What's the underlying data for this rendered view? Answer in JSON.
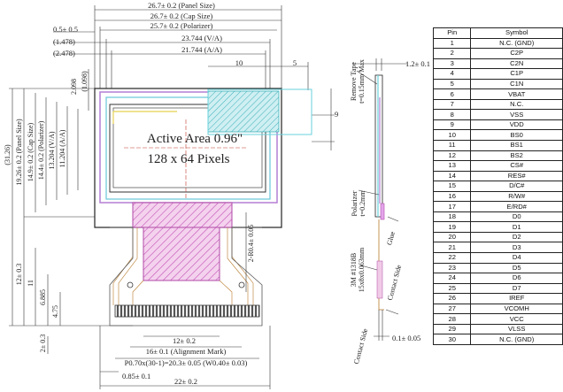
{
  "front_view": {
    "dims_top": [
      "26.7± 0.2 (Panel Size)",
      "26.7± 0.2 (Cap Size)",
      "25.7± 0.2 (Polarizer)",
      "23.744 (V/A)",
      "21.744 (A/A)"
    ],
    "dims_top_left": [
      "0.5± 0.5",
      "(1.478)",
      "(2.478)"
    ],
    "dims_left": [
      "19.26± 0.2 (Panel Size)",
      "14.9± 0.2 (Cap Size)",
      "14.4± 0.2 (Polarizer)",
      "13.204 (V/A)",
      "11.204 (A/A)",
      "(31.26)",
      "12± 0.3",
      "11",
      "6.885",
      "4.75",
      "2± 0.3",
      "2.098",
      "(1.098)"
    ],
    "dims_right": [
      "10",
      "5",
      "9"
    ],
    "active_area_line1": "Active Area 0.96\"",
    "active_area_line2": "128 x 64 Pixels",
    "dims_bottom": [
      "12± 0.2",
      "16± 0.1 (Alignment Mark)",
      "P0.70x(30-1)=20.3± 0.05 (W0.40± 0.03)",
      "0.85± 0.1",
      "22± 0.2"
    ],
    "dim_pin_pitch": "2-R0.4± 0.05"
  },
  "side_view": {
    "labels": [
      "Remove Tape",
      "t=0.15mm Max",
      "Polarizer",
      "t=0.2mm",
      "Glue",
      "3M #1318B",
      "15x8x0.063mm",
      "Contact Side",
      "Contact Side"
    ],
    "dims": [
      "1.2± 0.1",
      "0.1± 0.05"
    ]
  },
  "pin_table": {
    "headers": [
      "Pin",
      "Symbol"
    ],
    "rows": [
      [
        "1",
        "N.C. (GND)"
      ],
      [
        "2",
        "C2P"
      ],
      [
        "3",
        "C2N"
      ],
      [
        "4",
        "C1P"
      ],
      [
        "5",
        "C1N"
      ],
      [
        "6",
        "VBAT"
      ],
      [
        "7",
        "N.C."
      ],
      [
        "8",
        "VSS"
      ],
      [
        "9",
        "VDD"
      ],
      [
        "10",
        "BS0"
      ],
      [
        "11",
        "BS1"
      ],
      [
        "12",
        "BS2"
      ],
      [
        "13",
        "CS#"
      ],
      [
        "14",
        "RES#"
      ],
      [
        "15",
        "D/C#"
      ],
      [
        "16",
        "R/W#"
      ],
      [
        "17",
        "E/RD#"
      ],
      [
        "18",
        "D0"
      ],
      [
        "19",
        "D1"
      ],
      [
        "20",
        "D2"
      ],
      [
        "21",
        "D3"
      ],
      [
        "22",
        "D4"
      ],
      [
        "23",
        "D5"
      ],
      [
        "24",
        "D6"
      ],
      [
        "25",
        "D7"
      ],
      [
        "26",
        "IREF"
      ],
      [
        "27",
        "VCOMH"
      ],
      [
        "28",
        "VCC"
      ],
      [
        "29",
        "VLSS"
      ],
      [
        "30",
        "N.C. (GND)"
      ]
    ]
  }
}
